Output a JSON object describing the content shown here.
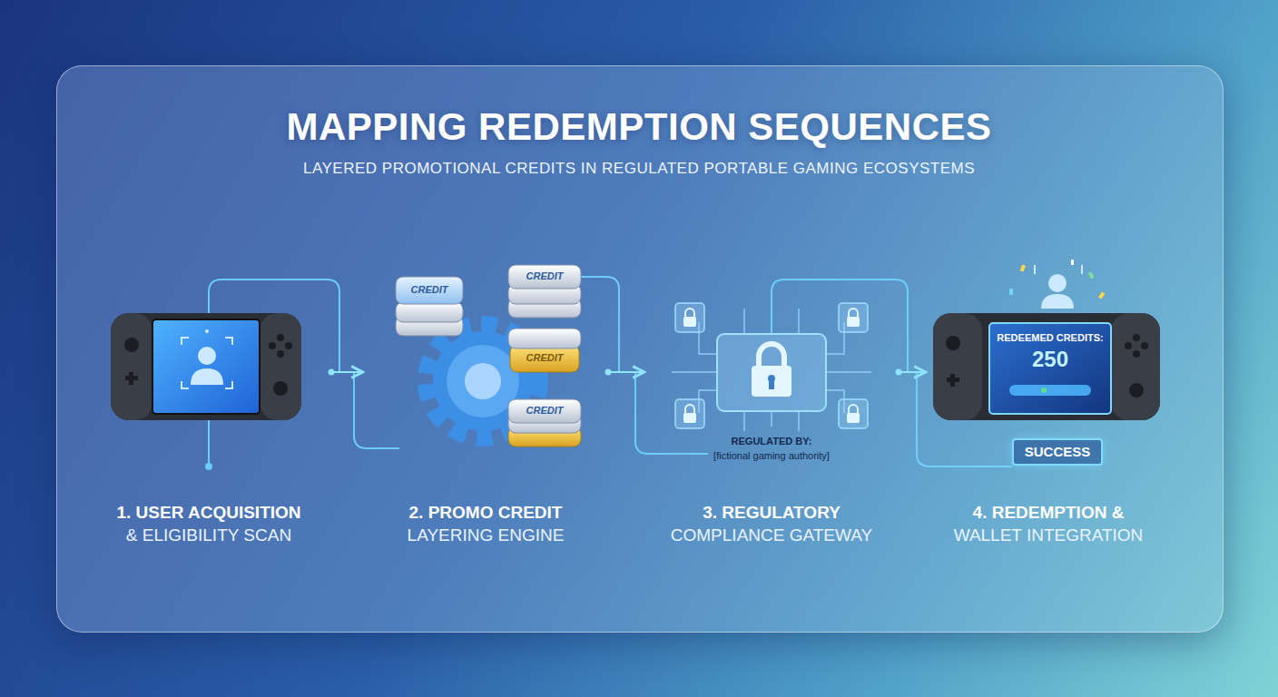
{
  "diagram": {
    "title": "MAPPING REDEMPTION SEQUENCES",
    "nodes": [
      {
        "text": [
          "1. USER ACQUISITION",
          "& ELIGIBILITY SCAN"
        ]
      },
      {
        "text": [
          "2. PROMO CREDIT",
          "LAYERING ENGINE"
        ]
      },
      {
        "text": [
          "3. REGULATORY",
          "COMPLIANCE GATEWAY"
        ]
      },
      {
        "text": [
          "4. REDEMPTION &",
          "WALLET INTEGRATION"
        ]
      },
      {
        "text": [
          "SUCCESS"
        ],
        "in": 3
      }
    ],
    "edges": [
      {
        "from": 0,
        "to": 1,
        "arrow": "to"
      },
      {
        "from": 1,
        "to": 2,
        "arrow": "to"
      },
      {
        "from": 2,
        "to": 3,
        "arrow": "to"
      }
    ],
    "labels": [
      "LAYERED PROMOTIONAL CREDITS IN REGULATED PORTABLE GAMING ECOSYSTEMS",
      "CREDIT",
      "CREDIT",
      "CREDIT",
      "CREDIT",
      "REGULATED BY:",
      "[fictional gaming authority]",
      "REDEEMED CREDITS:",
      "250"
    ]
  }
}
